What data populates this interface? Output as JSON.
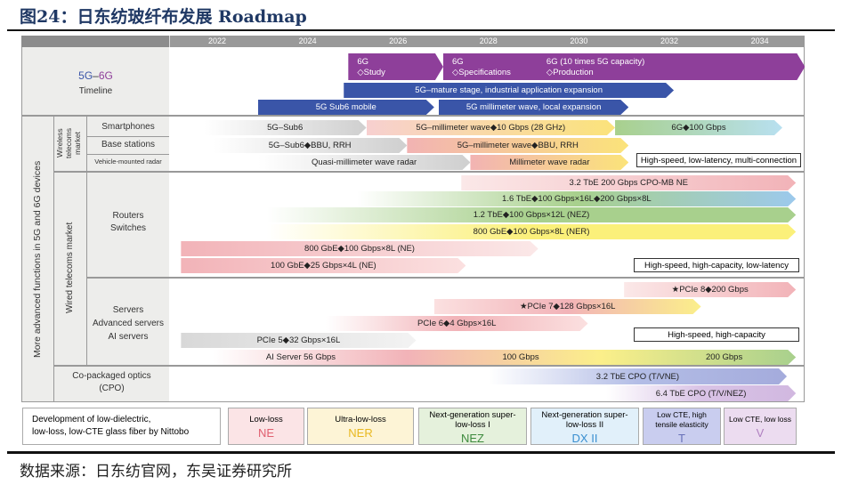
{
  "title": "图24：日东纺玻纤布发展 Roadmap",
  "source": "数据来源：日东纺官网，东吴证券研究所",
  "years": [
    "2022",
    "2024",
    "2026",
    "2028",
    "2030",
    "2032",
    "2034"
  ],
  "timeline_label": {
    "a": "5G",
    "sep": "–",
    "b": "6G",
    "sub": "Timeline",
    "color_5g": "#3a55a8",
    "color_6g": "#8e3f9a"
  },
  "side_label": "More advanced functions in 5G and 6G devices",
  "wireless_label": "Wireless telecoms market",
  "wired_label": "Wired telecoms market",
  "rows": {
    "smartphones": "Smartphones",
    "base_stations": "Base stations",
    "vehicle": "Vehicle-mounted radar",
    "routers": "Routers",
    "switches": "Switches",
    "servers": "Servers",
    "adv_servers": "Advanced servers",
    "ai_servers": "AI servers",
    "cpo1": "Co-packaged optics",
    "cpo2": "(CPO)"
  },
  "bars": [
    {
      "id": "6g-study",
      "start": 2024.9,
      "end": 2027.0,
      "row": "t1",
      "labels": [
        "6G",
        "◇Study"
      ],
      "colors": [
        "#8e3f9a",
        "#8e3f9a"
      ],
      "dark": true,
      "multi": true
    },
    {
      "id": "6g-spec",
      "start": 2027.0,
      "end": 2035.0,
      "row": "t1",
      "labels": [
        "6G",
        "◇Specifications",
        "6G (10 times 5G capacity)",
        "◇Production"
      ],
      "colors": [
        "#8e3f9a",
        "#8e3f9a"
      ],
      "dark": true,
      "multi": true
    },
    {
      "id": "5g-mature",
      "start": 2024.8,
      "end": 2032.1,
      "row": "t2",
      "labels": [
        "5G–mature stage, industrial application expansion"
      ],
      "colors": [
        "#3a55a8",
        "#3a55a8"
      ],
      "dark": true
    },
    {
      "id": "5g-sub6-mobile",
      "start": 2022.9,
      "end": 2026.8,
      "row": "t3",
      "labels": [
        "5G Sub6 mobile"
      ],
      "colors": [
        "#3a55a8",
        "#3a55a8"
      ],
      "dark": true
    },
    {
      "id": "5g-mmwave-local",
      "start": 2026.9,
      "end": 2031.1,
      "row": "t3",
      "labels": [
        "5G millimeter wave, local expansion"
      ],
      "colors": [
        "#3a55a8",
        "#3a55a8"
      ],
      "dark": true
    },
    {
      "id": "sp-sub6",
      "start": 2021.7,
      "end": 2025.3,
      "row": "s1",
      "labels": [
        "5G–Sub6"
      ],
      "colors": [
        "#ffffff",
        "#cfcfcf"
      ]
    },
    {
      "id": "sp-mmwave",
      "start": 2025.3,
      "end": 2030.8,
      "row": "s1",
      "labels": [
        "5G–millimeter wave◆10 Gbps (28 GHz)"
      ],
      "colors": [
        "#f7d0d0",
        "#fbe37a"
      ]
    },
    {
      "id": "sp-6g",
      "start": 2030.8,
      "end": 2034.5,
      "row": "s1",
      "labels": [
        "6G◆100 Gbps"
      ],
      "colors": [
        "#a8d08d",
        "#b8e0f0"
      ]
    },
    {
      "id": "bs-sub6",
      "start": 2021.9,
      "end": 2026.2,
      "row": "s2",
      "labels": [
        "5G–Sub6◆BBU, RRH"
      ],
      "colors": [
        "#ffffff",
        "#cfcfcf"
      ]
    },
    {
      "id": "bs-mmwave",
      "start": 2026.2,
      "end": 2031.1,
      "row": "s2",
      "labels": [
        "5G–millimeter wave◆BBU, RRH"
      ],
      "colors": [
        "#f2b3b3",
        "#fbe37a"
      ]
    },
    {
      "id": "vr-quasi",
      "start": 2022.9,
      "end": 2027.6,
      "row": "s3",
      "labels": [
        "Quasi-millimeter wave radar"
      ],
      "colors": [
        "#ffffff",
        "#cfcfcf"
      ]
    },
    {
      "id": "vr-mm",
      "start": 2027.6,
      "end": 2031.1,
      "row": "s3",
      "labels": [
        "Millimeter wave radar"
      ],
      "colors": [
        "#f2b3b3",
        "#fbe37a"
      ]
    },
    {
      "id": "r-32",
      "start": 2027.4,
      "end": 2034.8,
      "row": "r1",
      "labels": [
        "3.2 TbE 200 Gbps CPO-MB NE"
      ],
      "colors": [
        "#fbe8e8",
        "#f2b3b8"
      ]
    },
    {
      "id": "r-16",
      "start": 2025.1,
      "end": 2034.8,
      "row": "r2",
      "labels": [
        "1.6 TbE◆100 Gbps×16L◆200 Gbps×8L"
      ],
      "colors": [
        "#ffffff",
        "#a8d08d",
        "#9cc9ec"
      ]
    },
    {
      "id": "r-12",
      "start": 2023.1,
      "end": 2034.8,
      "row": "r3",
      "labels": [
        "1.2 TbE◆100 Gbps×12L (NEZ)"
      ],
      "colors": [
        "#ffffff",
        "#a8d08d",
        "#a8d08d"
      ]
    },
    {
      "id": "r-800ner",
      "start": 2023.1,
      "end": 2034.8,
      "row": "r4",
      "labels": [
        "800 GbE◆100 Gbps×8L (NER)"
      ],
      "colors": [
        "#ffffff",
        "#fbf07a",
        "#fbf07a"
      ]
    },
    {
      "id": "r-800ne",
      "start": 2021.2,
      "end": 2029.1,
      "row": "r5",
      "labels": [
        "800 GbE◆100 Gbps×8L (NE)"
      ],
      "colors": [
        "#f2b3b8",
        "#fbe8e8"
      ]
    },
    {
      "id": "r-100",
      "start": 2021.2,
      "end": 2027.5,
      "row": "r6",
      "labels": [
        "100 GbE◆25 Gbps×4L (NE)"
      ],
      "colors": [
        "#f2b3b8",
        "#fbe0e0"
      ]
    },
    {
      "id": "pcie8",
      "start": 2031.0,
      "end": 2034.8,
      "row": "v1",
      "labels": [
        "★PCIe 8◆200 Gbps"
      ],
      "colors": [
        "#fbe8e8",
        "#f2b3b8"
      ]
    },
    {
      "id": "pcie7",
      "start": 2026.8,
      "end": 2032.7,
      "row": "v2",
      "labels": [
        "★PCIe 7◆128 Gbps×16L"
      ],
      "colors": [
        "#fbe0e0",
        "#f2b3b8",
        "#fbef8a"
      ]
    },
    {
      "id": "pcie6",
      "start": 2024.4,
      "end": 2030.2,
      "row": "v3",
      "labels": [
        "PCIe 6◆4 Gbps×16L"
      ],
      "colors": [
        "#ffffff",
        "#f2b3b8",
        "#fbe0e0"
      ]
    },
    {
      "id": "pcie5",
      "start": 2021.2,
      "end": 2026.4,
      "row": "v4",
      "labels": [
        "PCIe 5◆32 Gbps×16L"
      ],
      "colors": [
        "#d8d8d8",
        "#f3f3f3"
      ]
    },
    {
      "id": "ai-server",
      "start": 2021.9,
      "end": 2034.8,
      "row": "v5",
      "labels": [
        "AI Server 56 Gbps",
        "100 Gbps",
        "200 Gbps"
      ],
      "colors": [
        "#ffffff",
        "#f2b3b8",
        "#fbef8a",
        "#a8d08d"
      ]
    },
    {
      "id": "cpo32",
      "start": 2028.0,
      "end": 2034.6,
      "row": "c1",
      "labels": [
        "3.2 TbE CPO (T/VNE)"
      ],
      "colors": [
        "#ffffff",
        "#b3bde6",
        "#a4abdc"
      ]
    },
    {
      "id": "cpo64",
      "start": 2030.6,
      "end": 2034.8,
      "row": "c2",
      "labels": [
        "6.4 TbE CPO (T/V/NEZ)"
      ],
      "colors": [
        "#ffffff",
        "#d9c3e6",
        "#d1b8e0"
      ]
    }
  ],
  "notes": [
    "High-speed, low-latency, multi-connection",
    "High-speed, high-capacity, low-latency",
    "High-speed, high-capacity"
  ],
  "legend": {
    "intro": [
      "Development of low-dielectric,",
      "low-loss, low-CTE glass fiber by Nittobo"
    ],
    "items": [
      {
        "name": "Low-loss",
        "code": "NE",
        "bg": "#fbe4e6",
        "fg": "#e06070"
      },
      {
        "name": "Ultra-low-loss",
        "code": "NER",
        "bg": "#fdf4d6",
        "fg": "#e8b820"
      },
      {
        "name": "Next-generation super-low-loss I",
        "code": "NEZ",
        "bg": "#e5f1dc",
        "fg": "#3d8a3d"
      },
      {
        "name": "Next-generation super-low-loss II",
        "code": "DX II",
        "bg": "#e1f0fa",
        "fg": "#3a8fd0"
      },
      {
        "name": "Low CTE, high tensile elasticity",
        "code": "T",
        "bg": "#c9cdef",
        "fg": "#6770b8"
      },
      {
        "name": "Low CTE, low loss",
        "code": "V",
        "bg": "#ecdcf0",
        "fg": "#b080c0"
      }
    ]
  }
}
